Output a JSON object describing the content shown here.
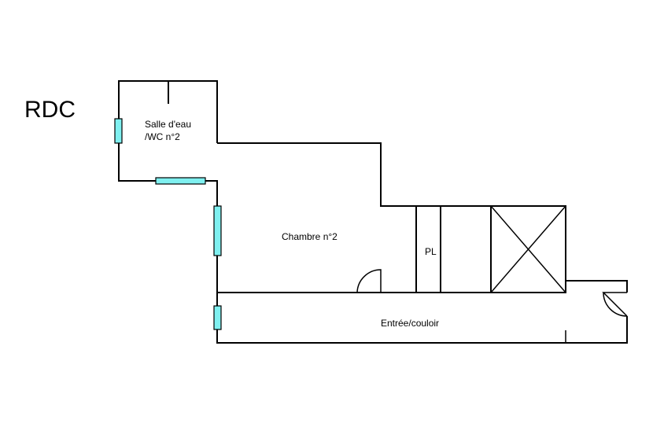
{
  "floor_label": "RDC",
  "rooms": {
    "bathroom_line1": "Salle d'eau",
    "bathroom_line2": "/WC n°2",
    "bedroom": "Chambre n°2",
    "closet": "PL",
    "hallway": "Entrée/couloir"
  },
  "colors": {
    "walls": "#000000",
    "windows": "#7ff0f0",
    "background": "#ffffff"
  }
}
